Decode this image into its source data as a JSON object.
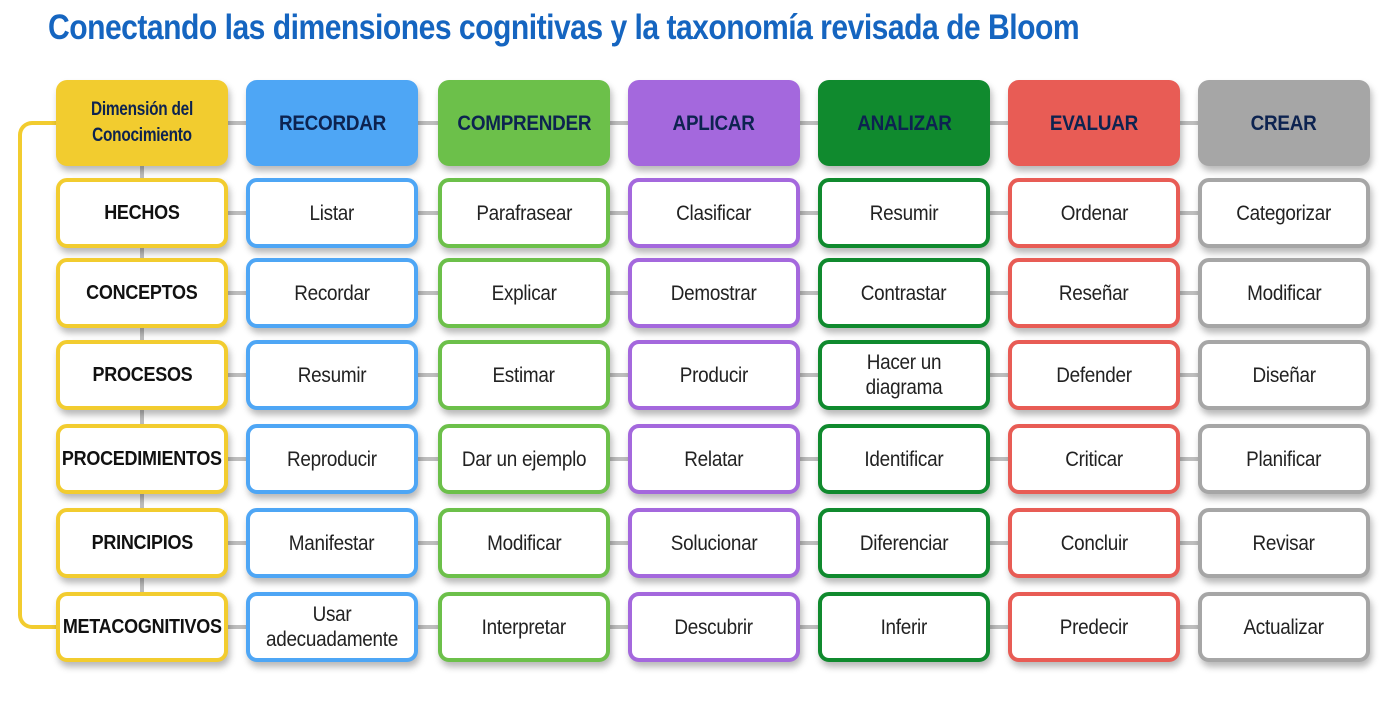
{
  "title": "Conectando las dimensiones cognitivas y la taxonomía revisada de Bloom",
  "colors": {
    "title": "#1565c0",
    "dimension": "#f2cc2f",
    "recordar": "#4ea6f5",
    "comprender": "#6cc04a",
    "aplicar": "#a468dd",
    "analizar": "#108a2e",
    "evaluar": "#e85c55",
    "crear": "#a6a6a6",
    "connector": "#bdbdbd"
  },
  "dimension_header": {
    "line1": "Dimensión del",
    "line2": "Conocimiento"
  },
  "categories": [
    {
      "key": "recordar",
      "label": "RECORDAR"
    },
    {
      "key": "comprender",
      "label": "COMPRENDER"
    },
    {
      "key": "aplicar",
      "label": "APLICAR"
    },
    {
      "key": "analizar",
      "label": "ANALIZAR"
    },
    {
      "key": "evaluar",
      "label": "EVALUAR"
    },
    {
      "key": "crear",
      "label": "CREAR"
    }
  ],
  "rows": [
    {
      "dimension": "HECHOS",
      "verbs": [
        "Listar",
        "Parafrasear",
        "Clasificar",
        "Resumir",
        "Ordenar",
        "Categorizar"
      ]
    },
    {
      "dimension": "CONCEPTOS",
      "verbs": [
        "Recordar",
        "Explicar",
        "Demostrar",
        "Contrastar",
        "Reseñar",
        "Modificar"
      ]
    },
    {
      "dimension": "PROCESOS",
      "verbs": [
        "Resumir",
        "Estimar",
        "Producir",
        "Hacer un diagrama",
        "Defender",
        "Diseñar"
      ]
    },
    {
      "dimension": "PROCEDIMIENTOS",
      "verbs": [
        "Reproducir",
        "Dar un ejemplo",
        "Relatar",
        "Identificar",
        "Criticar",
        "Planificar"
      ]
    },
    {
      "dimension": "PRINCIPIOS",
      "verbs": [
        "Manifestar",
        "Modificar",
        "Solucionar",
        "Diferenciar",
        "Concluir",
        "Revisar"
      ]
    },
    {
      "dimension": "METACOGNITIVOS",
      "verbs": [
        "Usar adecuadamente",
        "Interpretar",
        "Descubrir",
        "Inferir",
        "Predecir",
        "Actualizar"
      ]
    }
  ]
}
